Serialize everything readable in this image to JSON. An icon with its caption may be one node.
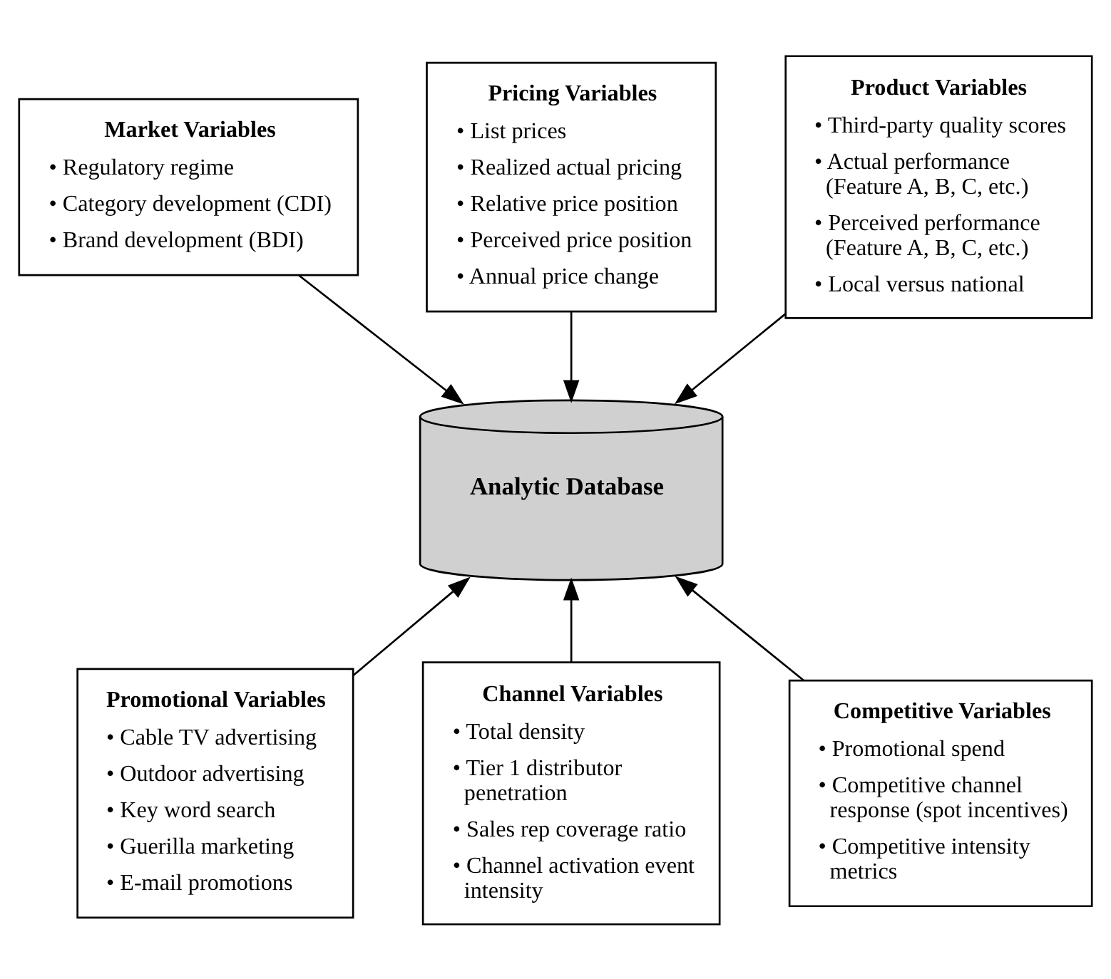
{
  "diagram": {
    "nodes": [
      {
        "text": [
          "Market Variables",
          "• Regulatory regime",
          "• Category development (CDI)",
          "• Brand development (BDI)"
        ]
      },
      {
        "text": [
          "Pricing Variables",
          "• List prices",
          "• Realized actual pricing",
          "• Relative price position",
          "• Perceived price position",
          "• Annual price change"
        ]
      },
      {
        "text": [
          "Product Variables",
          "• Third-party quality scores",
          "• Actual performance (Feature A, B, C, etc.)",
          "• Perceived performance (Feature A, B, C, etc.)",
          "• Local versus national"
        ]
      },
      {
        "text": [
          "Analytic Database"
        ]
      },
      {
        "text": [
          "Promotional Variables",
          "• Cable TV advertising",
          "• Outdoor advertising",
          "• Key word search",
          "• Guerilla marketing",
          "• E-mail promotions"
        ]
      },
      {
        "text": [
          "Channel Variables",
          "• Total density",
          "• Tier 1 distributor penetration",
          "• Sales rep coverage ratio",
          "• Channel activation event intensity"
        ]
      },
      {
        "text": [
          "Competitive Variables",
          "• Promotional spend",
          "• Competitive channel response (spot incentives)",
          "• Competitive intensity metrics"
        ]
      }
    ],
    "edges": [
      {
        "from": 0,
        "to": 3,
        "arrow": "to"
      },
      {
        "from": 1,
        "to": 3,
        "arrow": "to"
      },
      {
        "from": 2,
        "to": 3,
        "arrow": "to"
      },
      {
        "from": 4,
        "to": 3,
        "arrow": "to"
      },
      {
        "from": 5,
        "to": 3,
        "arrow": "to"
      },
      {
        "from": 6,
        "to": 3,
        "arrow": "to"
      }
    ]
  }
}
